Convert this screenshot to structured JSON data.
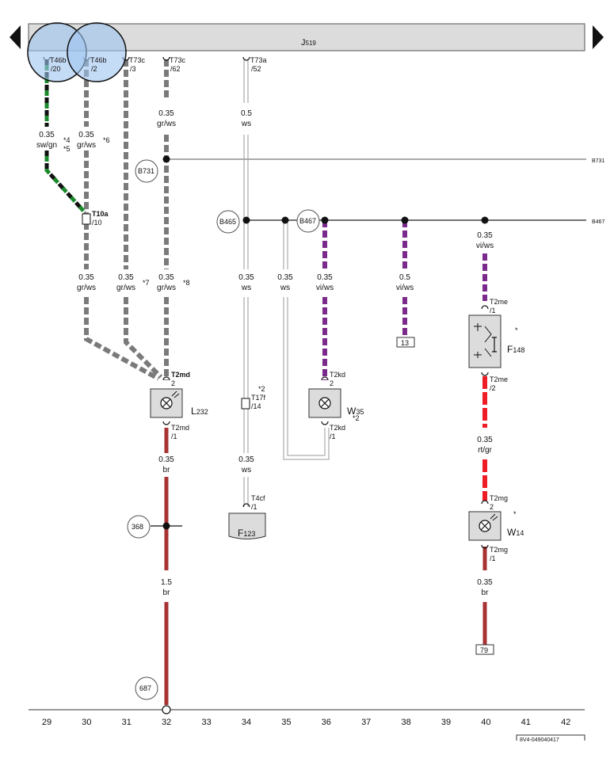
{
  "control_unit": {
    "name": "J",
    "sub": "519"
  },
  "bus_labels": {
    "b731": "B731",
    "b467": "B467"
  },
  "connectors": {
    "t46b_20": {
      "name": "T46b",
      "pin": "/20"
    },
    "t46b_2": {
      "name": "T46b",
      "pin": "/2"
    },
    "t73c_3": {
      "name": "T73c",
      "pin": "/3"
    },
    "t73c_62": {
      "name": "T73c",
      "pin": "/62"
    },
    "t73a_52": {
      "name": "T73a",
      "pin": "/52"
    },
    "t10a_10": {
      "name": "T10a",
      "pin": "/10"
    },
    "t2md_2": {
      "name": "T2md",
      "pin": "2"
    },
    "t2md_1": {
      "name": "T2md",
      "pin": "/1"
    },
    "t17f_14": {
      "name": "T17f",
      "pin": "/14",
      "note": "*2"
    },
    "t4cf_1": {
      "name": "T4cf",
      "pin": "/1"
    },
    "t2kd_2": {
      "name": "T2kd",
      "pin": "2"
    },
    "t2kd_1": {
      "name": "T2kd",
      "pin": "/1"
    },
    "t2me_1": {
      "name": "T2me",
      "pin": "/1"
    },
    "t2me_2": {
      "name": "T2me",
      "pin": "/2"
    },
    "t2mg_2": {
      "name": "T2mg",
      "pin": "2"
    },
    "t2mg_1": {
      "name": "T2mg",
      "pin": "/1"
    }
  },
  "wires": {
    "w29_top": {
      "size": "0.35",
      "color": "sw/gn",
      "notes": [
        "*4",
        "*5"
      ]
    },
    "w30_top": {
      "size": "0.35",
      "color": "gr/ws",
      "note": "*6"
    },
    "w32_top": {
      "size": "0.35",
      "color": "gr/ws"
    },
    "w34_top": {
      "size": "0.5",
      "color": "ws"
    },
    "w30_mid": {
      "size": "0.35",
      "color": "gr/ws"
    },
    "w31_mid": {
      "size": "0.35",
      "color": "gr/ws",
      "note": "*7"
    },
    "w32_mid": {
      "size": "0.35",
      "color": "gr/ws",
      "note": "*8"
    },
    "w34_mid": {
      "size": "0.35",
      "color": "ws"
    },
    "w35_mid": {
      "size": "0.35",
      "color": "ws"
    },
    "w36_mid": {
      "size": "0.35",
      "color": "vi/ws"
    },
    "w38_mid": {
      "size": "0.5",
      "color": "vi/ws"
    },
    "w40_top": {
      "size": "0.35",
      "color": "vi/ws"
    },
    "w32_low": {
      "size": "0.35",
      "color": "br"
    },
    "w32_bot": {
      "size": "1.5",
      "color": "br"
    },
    "w34_low": {
      "size": "0.35",
      "color": "ws"
    },
    "w40_mid": {
      "size": "0.35",
      "color": "rt/gr"
    },
    "w40_low": {
      "size": "0.35",
      "color": "br"
    }
  },
  "nodes": {
    "b731": "B731",
    "b465": "B465",
    "b467": "B467",
    "n368": "368",
    "n687": "687",
    "ref13": "13",
    "ref79": "79"
  },
  "components": {
    "l232": {
      "name": "L",
      "sub": "232"
    },
    "w35": {
      "name": "W",
      "sub": "35",
      "note": "*2"
    },
    "f148": {
      "name": "F",
      "sub": "148",
      "note": "*"
    },
    "w14": {
      "name": "W",
      "sub": "14",
      "note": "*"
    },
    "f123": {
      "name": "F",
      "sub": "123"
    }
  },
  "track_numbers": [
    "29",
    "30",
    "31",
    "32",
    "33",
    "34",
    "35",
    "36",
    "37",
    "38",
    "39",
    "40",
    "41",
    "42"
  ],
  "drawing_id": "8V4-049040417",
  "colors": {
    "sw_gn": [
      "#111111",
      "#1c8a2c"
    ],
    "gr_ws": [
      "#7a7a7a",
      "#ffffff"
    ],
    "vi_ws": [
      "#7a2a8a",
      "#ffffff"
    ],
    "rt_gr": [
      "#ee1c24",
      "#7a7a7a"
    ],
    "br": "#a83232",
    "ws_outline": "#999999",
    "highlight": "#9ec4f0"
  }
}
